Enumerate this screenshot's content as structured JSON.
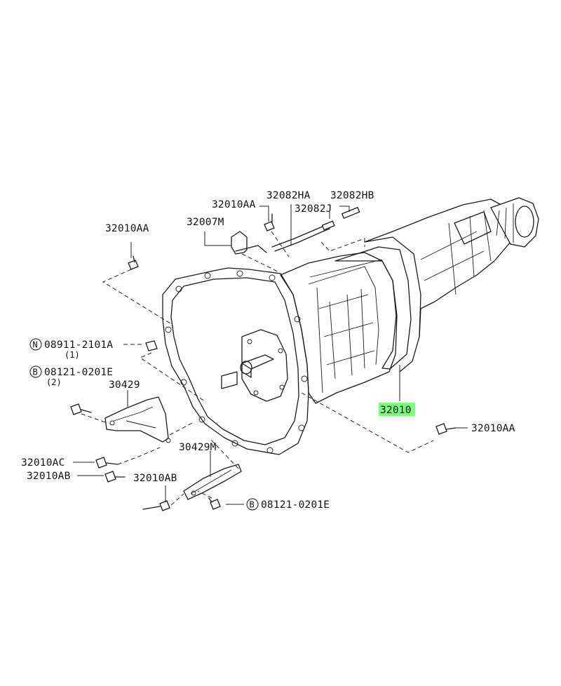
{
  "labels": {
    "p32010AA_top_left": "32010AA",
    "p32010AA_top": "32010AA",
    "p32007M": "32007M",
    "p32082HA": "32082HA",
    "p32082HB": "32082HB",
    "p32082J": "32082J",
    "p08911": "08911-2101A",
    "p08911_qty": "(1)",
    "p08121_a": "08121-0201E",
    "p08121_a_qty": "(2)",
    "p30429": "30429",
    "p32010_main": "32010",
    "p32010AA_right": "32010AA",
    "p32010AC": "32010AC",
    "p32010AB_left": "32010AB",
    "p32010AB_mid": "32010AB",
    "p30429M": "30429M",
    "p08121_b": "08121-0201E",
    "circle_N": "N",
    "circle_B_a": "B",
    "circle_B_b": "B"
  },
  "highlight_color": "#7dff7d"
}
